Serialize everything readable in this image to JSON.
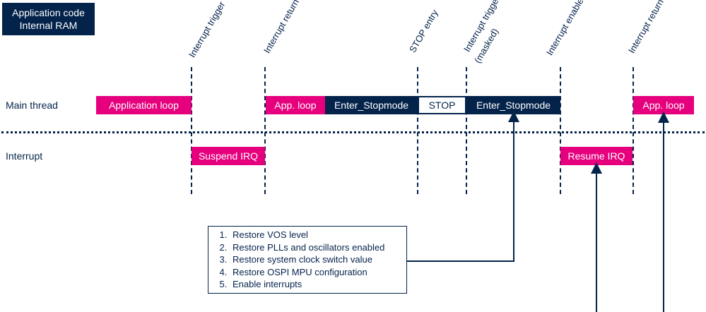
{
  "title_box": {
    "line1": "Application code",
    "line2": "Internal RAM"
  },
  "rows": {
    "main": "Main thread",
    "interrupt": "Interrupt"
  },
  "events": {
    "interrupt_trigger": "Interrupt trigger",
    "interrupt_return_1": "Interrupt return",
    "stop_entry": "STOP entry",
    "interrupt_trigger_masked_1": "Interrupt trigger",
    "interrupt_trigger_masked_2": "(masked)",
    "interrupt_enable": "Interrupt enable",
    "interrupt_return_2": "Interrupt return"
  },
  "blocks": {
    "application_loop": "Application loop",
    "app_loop_1": "App. loop",
    "enter_stopmode_1": "Enter_Stopmode",
    "stop": "STOP",
    "enter_stopmode_2": "Enter_Stopmode",
    "app_loop_2": "App. loop",
    "suspend_irq": "Suspend IRQ",
    "resume_irq": "Resume IRQ"
  },
  "steps": [
    "Restore VOS level",
    "Restore PLLs and oscillators enabled",
    "Restore system clock switch value",
    "Restore OSPI MPU configuration",
    "Enable interrupts"
  ],
  "colors": {
    "navy": "#03234b",
    "pink": "#e6007e",
    "white": "#ffffff"
  }
}
